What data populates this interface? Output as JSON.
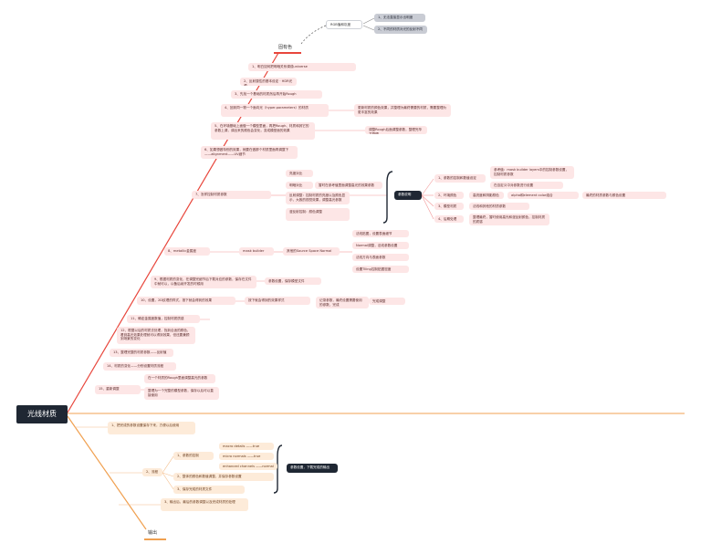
{
  "root": "光线材质",
  "top": {
    "title": "固有色",
    "rgb_node": "RGB值和灰度",
    "rgb_children": [
      "1、无法直接显示出明度",
      "2、不同的材质对光的反射不同"
    ],
    "items": [
      "1、明白如何把明暗关系调成universe",
      "2、反射属性的基本设定 · HDR光源",
      "3、先找一个基础的材质然后再开始Rough",
      "4、回到同一物一个面向光（hyper.parameters）的材质",
      "5、在环境基础上面做一个模型里面，再把Rough、材质和其它的参数上调，调出来的颜色会变化，变成模型面的效果",
      "6、如果想做特别的效果，就要在做那个材质里面再调整下——alignment——UV细节",
      "7、怎样控制材质参数",
      "8、metallic金属度",
      "9、根据材质的变化，在调整完细节后下载对应的参数，保存在文件中就可以，以备后续开发的时候用",
      "10、设置，2D纹理的样式，按下就会得到的效果",
      "11、确定金属度数值，控制材质质感",
      "12、根据以后的材质去处理，找到合适的颜色，看到高光效果处理就可以得到效果，但还要兼顾到场景的变化",
      "13、整理完整的材质参数——反射值",
      "14、材质的变化——分别设置材质流程",
      "15、重新调整"
    ],
    "sub4": "更新材质的颜色效果，并整理为最终需要的材质，需要整理为更丰富的效果",
    "sub5": "调整Rough后面调整参数，整理完毕并整理",
    "ctl": [
      "亮度对比",
      "明暗对比",
      "反射调整：控制材质的亮度以及颜色显示，大致的视觉效果，调整高光参数",
      "漫反射控制：颜色调整"
    ],
    "ctl_sub": "暂时在参考值里面调整高光的效果参数",
    "dark_node": "参数说明",
    "dk": [
      "1、参数的控制和数值设定",
      "2、环境颜色",
      "3、模型材质",
      "4、后期处理"
    ],
    "dk1": [
      "参考值：mask builder layers中的控制参数设置，控制材质参数",
      "在自定义中对参数进行设置"
    ],
    "dk2": "高亮度和阴影颜色",
    "dk2b": "alpha和element color组合",
    "dk2c": "最终的材质参数与颜色设置",
    "dk3": "法线和其他的材质参数",
    "dk4": "整理最终，暂时使用高光和漫反射颜色，控制材质的质感",
    "metal": "mask builder",
    "metal2": "其他的Source Space Normal",
    "metal_c": [
      "法线贴图，设置表面细节",
      "Normal调整，法线参数设置",
      "法线方向与表面参数",
      "设置Tiling控制贴图密度"
    ],
    "m9": "参数设置，保存模型文件",
    "m10a": "按下就会得到的效果样式",
    "m10b": "记录参数，最终设置需要使用的参数，完成",
    "m10c": "完成调整",
    "m15": [
      "在一个材质的Rough里面调整高光的参数",
      "整理为一个完整的模型参数，保存以后可以直接使用"
    ]
  },
  "bottom": {
    "title": "输出",
    "items": [
      "1、把完成的参数设置保存下来，方便以后使用",
      "2、流程",
      "3、输出后，最后的参数调整以及完成材质的处理"
    ],
    "flow": [
      "1、参数的控制",
      "2、整体的颜色和数值调整，并保存参数设置",
      "3、保存完成的材质文件"
    ],
    "flow1": [
      "macro details ——true",
      "micro normals ——true",
      "enhanced channels ——normal"
    ],
    "dark": "参数设置，下载完成的输出"
  }
}
